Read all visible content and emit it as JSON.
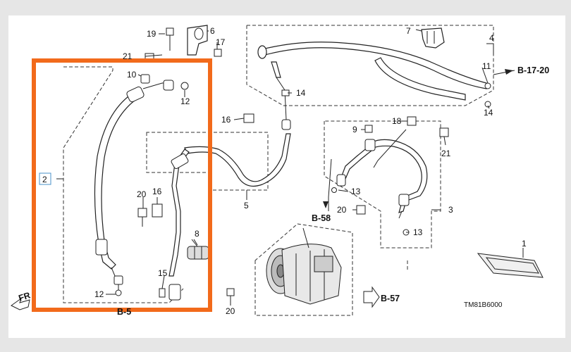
{
  "diagram": {
    "code": "TM81B6000",
    "highlight_color": "#f26a1b",
    "parts": [
      {
        "num": "1"
      },
      {
        "num": "2"
      },
      {
        "num": "3"
      },
      {
        "num": "4"
      },
      {
        "num": "5"
      },
      {
        "num": "6"
      },
      {
        "num": "7"
      },
      {
        "num": "8"
      },
      {
        "num": "9"
      },
      {
        "num": "10"
      },
      {
        "num": "11"
      },
      {
        "num": "12"
      },
      {
        "num": "12"
      },
      {
        "num": "13"
      },
      {
        "num": "13"
      },
      {
        "num": "14"
      },
      {
        "num": "14"
      },
      {
        "num": "15"
      },
      {
        "num": "16"
      },
      {
        "num": "16"
      },
      {
        "num": "18"
      },
      {
        "num": "19"
      },
      {
        "num": "20"
      },
      {
        "num": "20"
      },
      {
        "num": "20"
      },
      {
        "num": "21"
      },
      {
        "num": "21"
      },
      {
        "num": "17"
      }
    ],
    "refs": [
      "B-17-20",
      "B-58",
      "B-57",
      "B-5"
    ],
    "front_label": "FR"
  }
}
